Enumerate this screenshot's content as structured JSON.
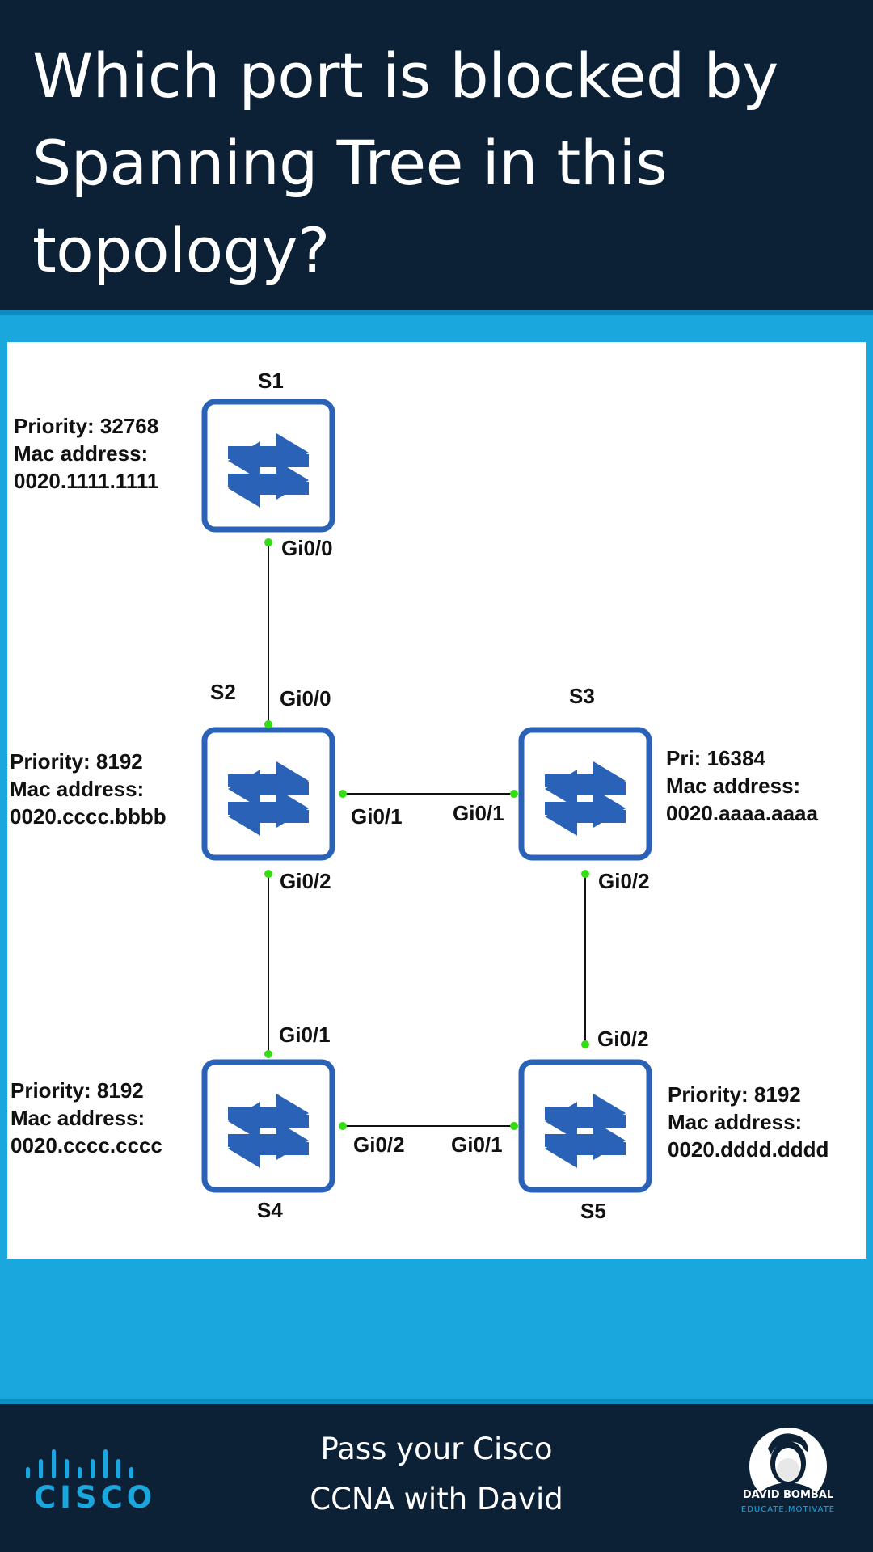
{
  "header": {
    "question": "Which port is blocked by Spanning Tree in this topology?"
  },
  "diagram": {
    "switches": [
      {
        "id": "S1",
        "label": "S1",
        "info": [
          "Priority: 32768",
          "Mac address:",
          "0020.1111.1111"
        ]
      },
      {
        "id": "S2",
        "label": "S2",
        "info": [
          "Priority: 8192",
          "Mac address:",
          "0020.cccc.bbbb"
        ]
      },
      {
        "id": "S3",
        "label": "S3",
        "info": [
          "Pri: 16384",
          "Mac address:",
          "0020.aaaa.aaaa"
        ]
      },
      {
        "id": "S4",
        "label": "S4",
        "info": [
          "Priority: 8192",
          "Mac address:",
          "0020.cccc.cccc"
        ]
      },
      {
        "id": "S5",
        "label": "S5",
        "info": [
          "Priority: 8192",
          "Mac address:",
          "0020.dddd.dddd"
        ]
      }
    ],
    "links": [
      {
        "from": "S1",
        "from_port": "Gi0/0",
        "to": "S2",
        "to_port": "Gi0/0"
      },
      {
        "from": "S2",
        "from_port": "Gi0/1",
        "to": "S3",
        "to_port": "Gi0/1"
      },
      {
        "from": "S2",
        "from_port": "Gi0/2",
        "to": "S4",
        "to_port": "Gi0/1"
      },
      {
        "from": "S3",
        "from_port": "Gi0/2",
        "to": "S5",
        "to_port": "Gi0/2"
      },
      {
        "from": "S4",
        "from_port": "Gi0/2",
        "to": "S5",
        "to_port": "Gi0/1"
      }
    ]
  },
  "footer": {
    "tagline_line1": "Pass your Cisco",
    "tagline_line2": "CCNA with David",
    "cisco_logo_text": "CISCO",
    "brand_name": "DAVID BOMBAL",
    "brand_motto": "EDUCATE.MOTIVATE"
  },
  "colors": {
    "header_bg": "#0d2136",
    "page_bg": "#1aa7de",
    "switch_blue": "#2a62b8",
    "port_green": "#33dd11"
  },
  "icons": {
    "switch": "switch-arrows-icon",
    "cisco": "cisco-bars-icon",
    "brand": "avatar-icon"
  }
}
